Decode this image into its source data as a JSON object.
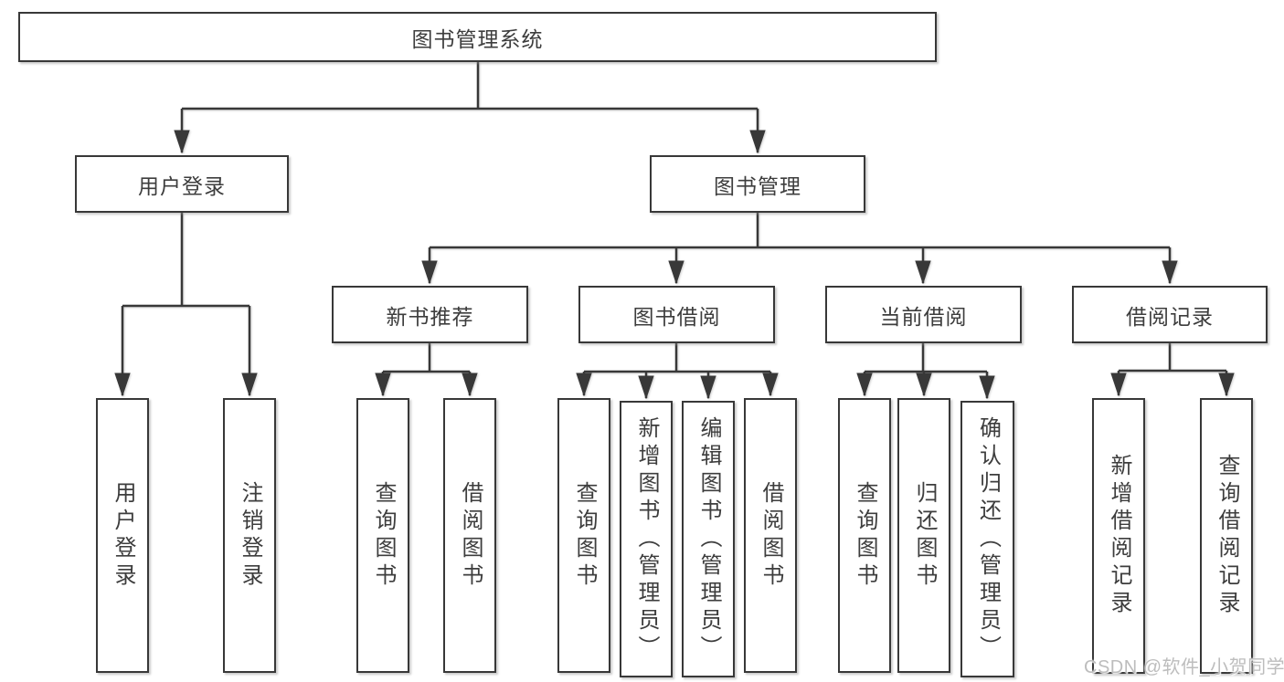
{
  "diagram": {
    "type": "hierarchy-tree",
    "root": {
      "label": "图书管理系统"
    },
    "children": [
      {
        "label": "用户登录",
        "children": [
          {
            "label": "用户登录"
          },
          {
            "label": "注销登录"
          }
        ]
      },
      {
        "label": "图书管理",
        "children": [
          {
            "label": "新书推荐",
            "children": [
              {
                "label": "查询图书"
              },
              {
                "label": "借阅图书"
              }
            ]
          },
          {
            "label": "图书借阅",
            "children": [
              {
                "label": "查询图书"
              },
              {
                "label": "新增图书（管理员）"
              },
              {
                "label": "编辑图书（管理员）"
              },
              {
                "label": "借阅图书"
              }
            ]
          },
          {
            "label": "当前借阅",
            "children": [
              {
                "label": "查询图书"
              },
              {
                "label": "归还图书"
              },
              {
                "label": "确认归还（管理员）"
              }
            ]
          },
          {
            "label": "借阅记录",
            "children": [
              {
                "label": "新增借阅记录"
              },
              {
                "label": "查询借阅记录"
              }
            ]
          }
        ]
      }
    ]
  },
  "watermark": {
    "text": "CSDN @软件_小贺同学"
  },
  "colors": {
    "line": "#383838",
    "box_border": "#383838",
    "text": "#3d3d3d",
    "background": "#ffffff",
    "watermark": "#bdbdbd"
  }
}
